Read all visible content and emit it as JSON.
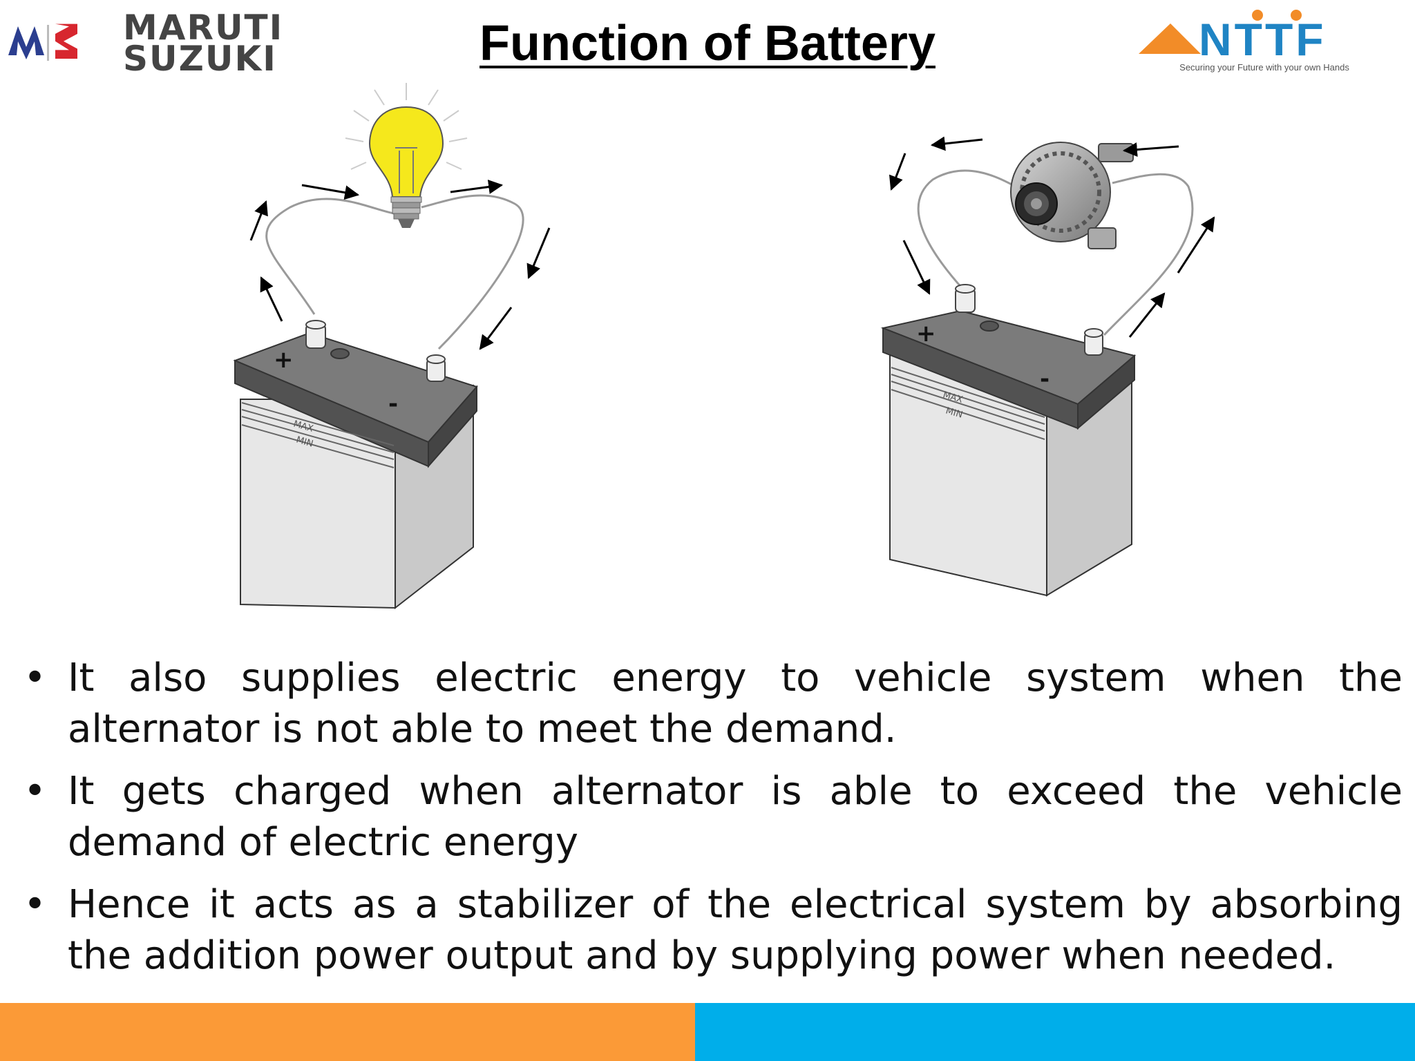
{
  "slide": {
    "title": "Function of Battery",
    "brand_left": {
      "line1": "MARUTI",
      "line2": "SUZUKI"
    },
    "brand_right": {
      "name": "NTTF",
      "tagline": "Securing your Future with your own Hands"
    },
    "diagrams": {
      "discharge": {
        "device": "light-bulb",
        "plus_sign": "+",
        "minus_sign": "-",
        "max_label": "MAX",
        "min_label": "MIN"
      },
      "charge": {
        "device": "alternator",
        "plus_sign": "+",
        "minus_sign": "-",
        "max_label": "MAX",
        "min_label": "MIN"
      }
    },
    "bullets": [
      "It also supplies electric energy to vehicle system when the alternator is not able to meet the demand.",
      "It gets charged when alternator is able to exceed the vehicle demand of electric energy",
      "Hence it acts as a stabilizer of the electrical system by absorbing the addition power output and by supplying power when needed."
    ],
    "bullet_symbol": "•",
    "colors": {
      "footer_orange": "#fb9a37",
      "footer_blue": "#00aeea",
      "bulb_yellow": "#f5e81c",
      "suzuki_red": "#d7262e",
      "nttf_blue": "#1f84c4",
      "nttf_orange": "#f28c28"
    }
  }
}
